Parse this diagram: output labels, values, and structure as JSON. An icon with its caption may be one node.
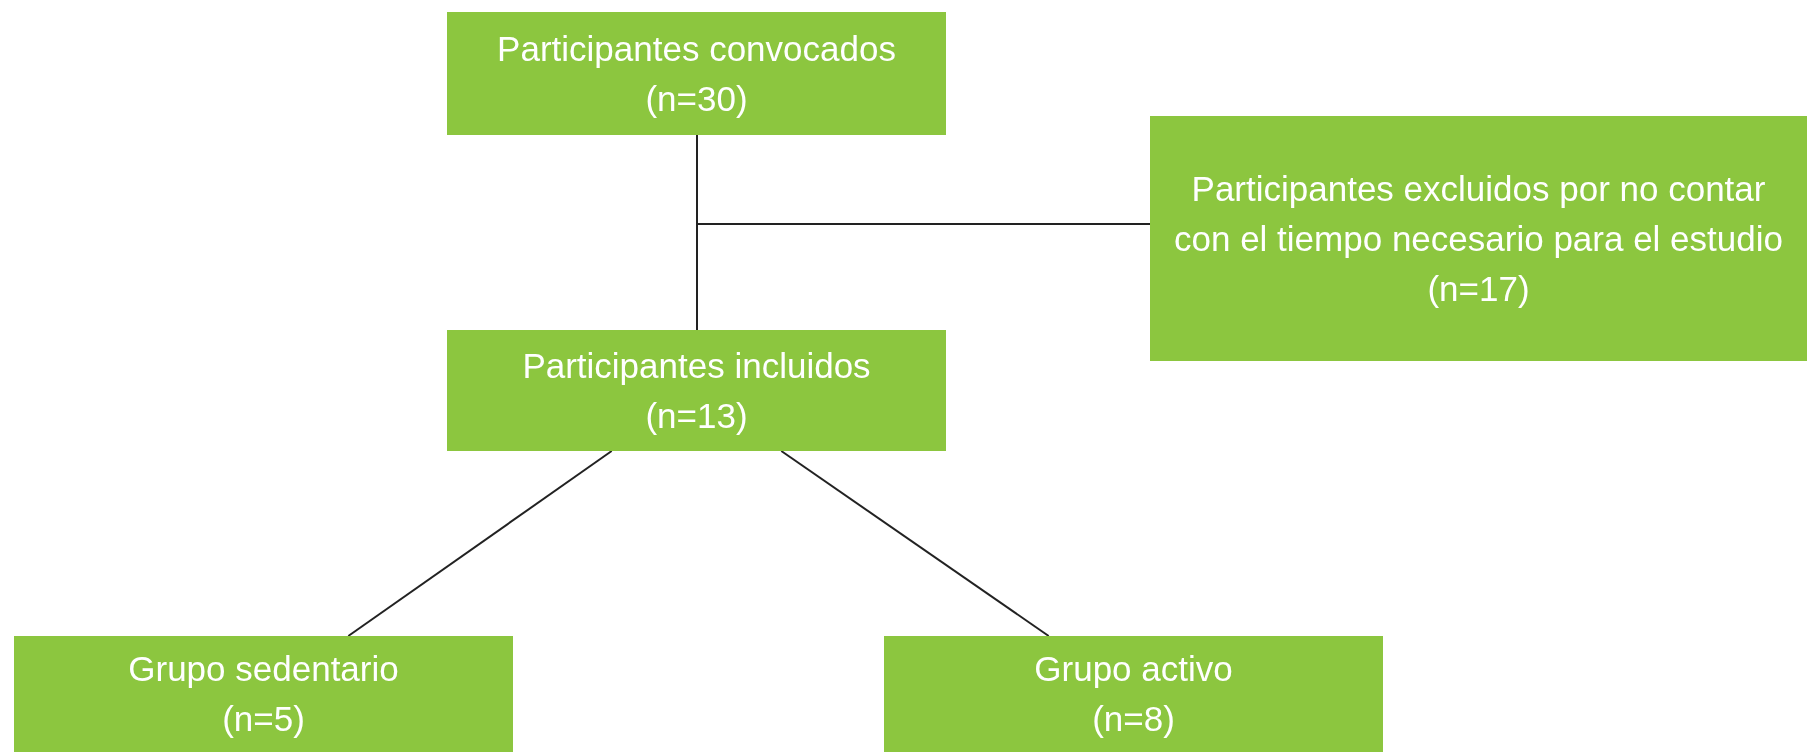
{
  "diagram": {
    "nodes": [
      {
        "text": [
          "Participantes convocados",
          "(n=30)"
        ]
      },
      {
        "text": [
          "Participantes excluidos por no contar con el tiempo necesario para el estudio",
          "(n=17)"
        ]
      },
      {
        "text": [
          "Participantes incluidos",
          "(n=13)"
        ]
      },
      {
        "text": [
          "Grupo sedentario",
          "(n=5)"
        ]
      },
      {
        "text": [
          "Grupo activo",
          "(n=8)"
        ]
      }
    ],
    "edges": [
      {
        "from": 0,
        "to": 2,
        "arrow": "none"
      },
      {
        "from": 0,
        "to": 1,
        "arrow": "none"
      },
      {
        "from": 2,
        "to": 3,
        "arrow": "none"
      },
      {
        "from": 2,
        "to": 4,
        "arrow": "none"
      }
    ]
  }
}
